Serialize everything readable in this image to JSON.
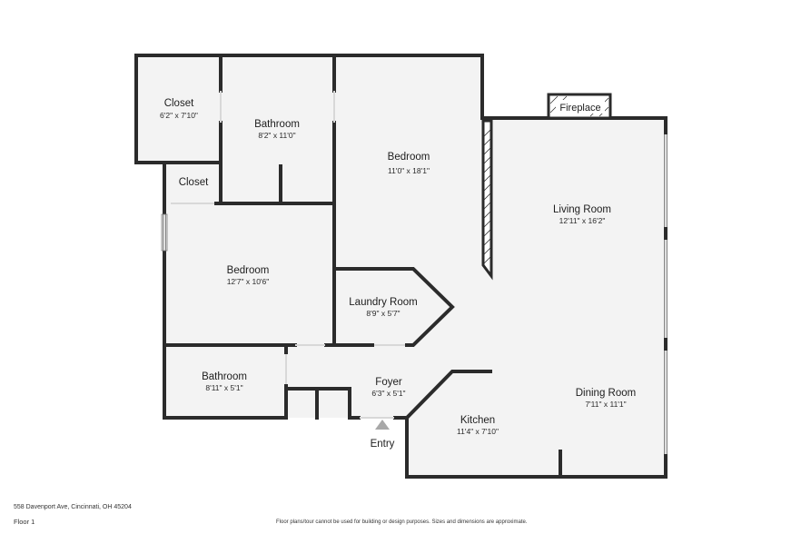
{
  "rooms": [
    {
      "key": "closet_1",
      "name": "Closet",
      "dims": "6'2\" x 7'10\""
    },
    {
      "key": "bathroom_1",
      "name": "Bathroom",
      "dims": "8'2\" x 11'0\""
    },
    {
      "key": "bedroom_1",
      "name": "Bedroom",
      "dims": "11'0\" x 18'1\""
    },
    {
      "key": "closet_2",
      "name": "Closet",
      "dims": ""
    },
    {
      "key": "living_room",
      "name": "Living Room",
      "dims": "12'11\" x 16'2\""
    },
    {
      "key": "bedroom_2",
      "name": "Bedroom",
      "dims": "12'7\" x 10'6\""
    },
    {
      "key": "laundry_room",
      "name": "Laundry Room",
      "dims": "8'9\" x 5'7\""
    },
    {
      "key": "bathroom_2",
      "name": "Bathroom",
      "dims": "8'11\" x 5'1\""
    },
    {
      "key": "foyer",
      "name": "Foyer",
      "dims": "6'3\" x 5'1\""
    },
    {
      "key": "dining_room",
      "name": "Dining Room",
      "dims": "7'11\" x 11'1\""
    },
    {
      "key": "kitchen",
      "name": "Kitchen",
      "dims": "11'4\" x 7'10\""
    }
  ],
  "labels": {
    "fireplace": "Fireplace",
    "entry": "Entry"
  },
  "footer": {
    "address": "558 Davenport Ave, Cincinnati, OH 45204",
    "floor": "Floor 1",
    "disclaimer": "Floor plans/tour cannot be used for building or design purposes. Sizes and dimensions are approximate."
  },
  "colors": {
    "wall": "#2b2b2b",
    "floor_fill": "#f3f3f3",
    "window": "#e8e8e8",
    "entry_marker": "#a8a8a8"
  }
}
